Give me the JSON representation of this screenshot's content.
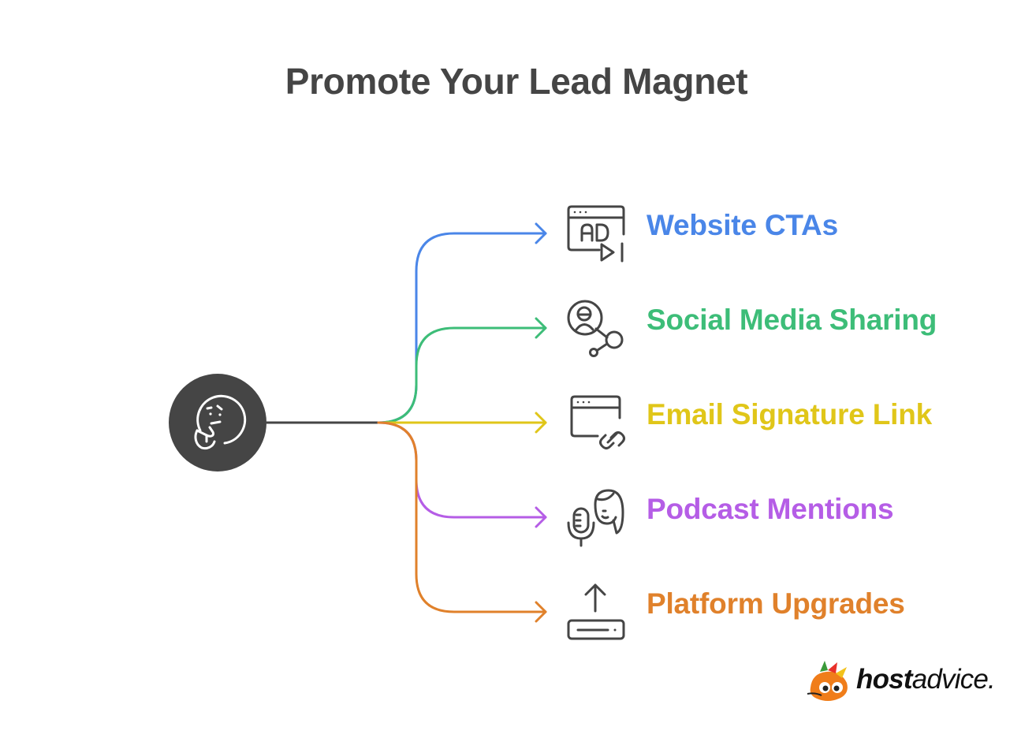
{
  "title": "Promote Your Lead Magnet",
  "center_node": {
    "icon": "thinking-face-icon",
    "fill_color": "#454545",
    "line_color": "#454545"
  },
  "branches": [
    {
      "label": "Website CTAs",
      "color": "#4a86e8",
      "icon": "browser-ad-play-icon"
    },
    {
      "label": "Social Media Sharing",
      "color": "#3dbd78",
      "icon": "user-share-network-icon"
    },
    {
      "label": "Email Signature Link",
      "color": "#e0c619",
      "icon": "browser-link-icon"
    },
    {
      "label": "Podcast Mentions",
      "color": "#b55de6",
      "icon": "microphone-person-icon"
    },
    {
      "label": "Platform Upgrades",
      "color": "#e0812b",
      "icon": "upload-tray-icon"
    }
  ],
  "logo": {
    "text_bold": "host",
    "text_regular": "advice.",
    "icon": "hostadvice-mascot-icon"
  }
}
